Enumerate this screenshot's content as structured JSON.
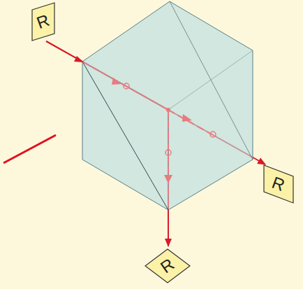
{
  "diagram": {
    "nodes": [
      {
        "text": [
          "R"
        ]
      },
      {
        "text": [
          "R"
        ]
      },
      {
        "text": [
          "R"
        ]
      }
    ],
    "edges": [
      {
        "from": 0,
        "to": 1,
        "arrow": "to"
      },
      {
        "from": 0,
        "to": 2,
        "arrow": "to"
      }
    ]
  }
}
